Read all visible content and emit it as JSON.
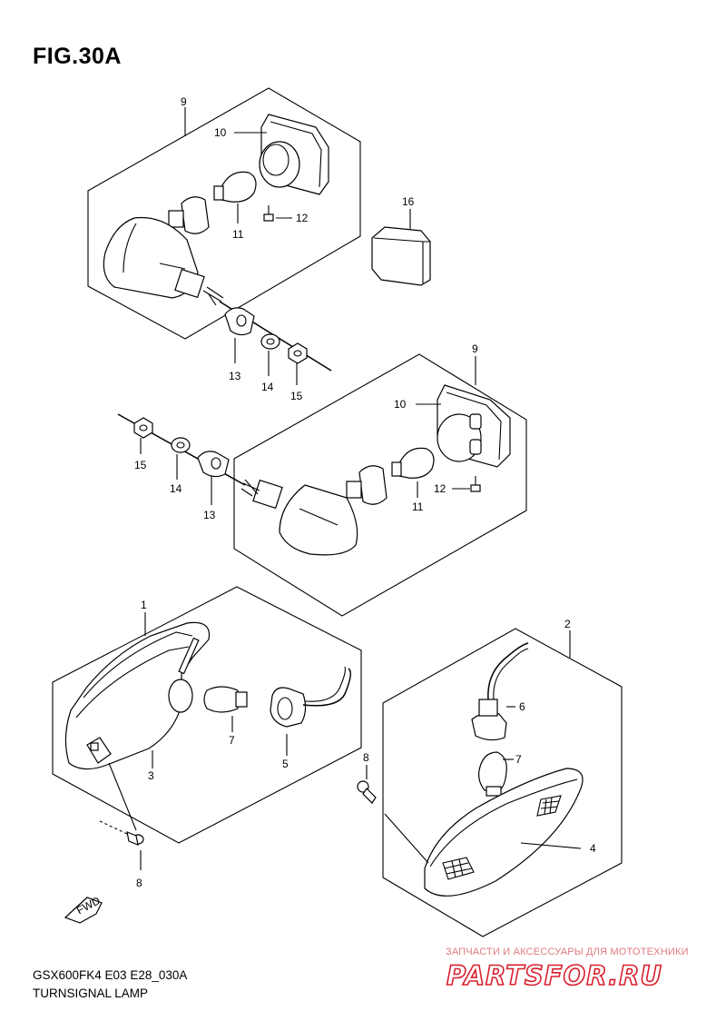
{
  "figure": {
    "title": "FIG.30A",
    "model": "GSX600FK4 E03 E28_030A",
    "name": "TURNSIGNAL LAMP"
  },
  "fwd_badge": "FWD",
  "callouts": [
    {
      "key": "n9a",
      "text": "9"
    },
    {
      "key": "n10a",
      "text": "10"
    },
    {
      "key": "n11a",
      "text": "11"
    },
    {
      "key": "n12a",
      "text": "12"
    },
    {
      "key": "n13a",
      "text": "13"
    },
    {
      "key": "n14a",
      "text": "14"
    },
    {
      "key": "n15a",
      "text": "15"
    },
    {
      "key": "n16",
      "text": "16"
    },
    {
      "key": "n9b",
      "text": "9"
    },
    {
      "key": "n10b",
      "text": "10"
    },
    {
      "key": "n11b",
      "text": "11"
    },
    {
      "key": "n12b",
      "text": "12"
    },
    {
      "key": "n13b",
      "text": "13"
    },
    {
      "key": "n14b",
      "text": "14"
    },
    {
      "key": "n15b",
      "text": "15"
    },
    {
      "key": "n1",
      "text": "1"
    },
    {
      "key": "n2",
      "text": "2"
    },
    {
      "key": "n3",
      "text": "3"
    },
    {
      "key": "n4",
      "text": "4"
    },
    {
      "key": "n5",
      "text": "5"
    },
    {
      "key": "n6",
      "text": "6"
    },
    {
      "key": "n7a",
      "text": "7"
    },
    {
      "key": "n7b",
      "text": "7"
    },
    {
      "key": "n8a",
      "text": "8"
    },
    {
      "key": "n8b",
      "text": "8"
    }
  ],
  "watermark": {
    "tagline": "ЗАПЧАСТИ И АКСЕССУАРЫ ДЛЯ МОТОТЕХНИКИ",
    "brand": "PARTSFOR.RU",
    "color": "#d8202e"
  }
}
